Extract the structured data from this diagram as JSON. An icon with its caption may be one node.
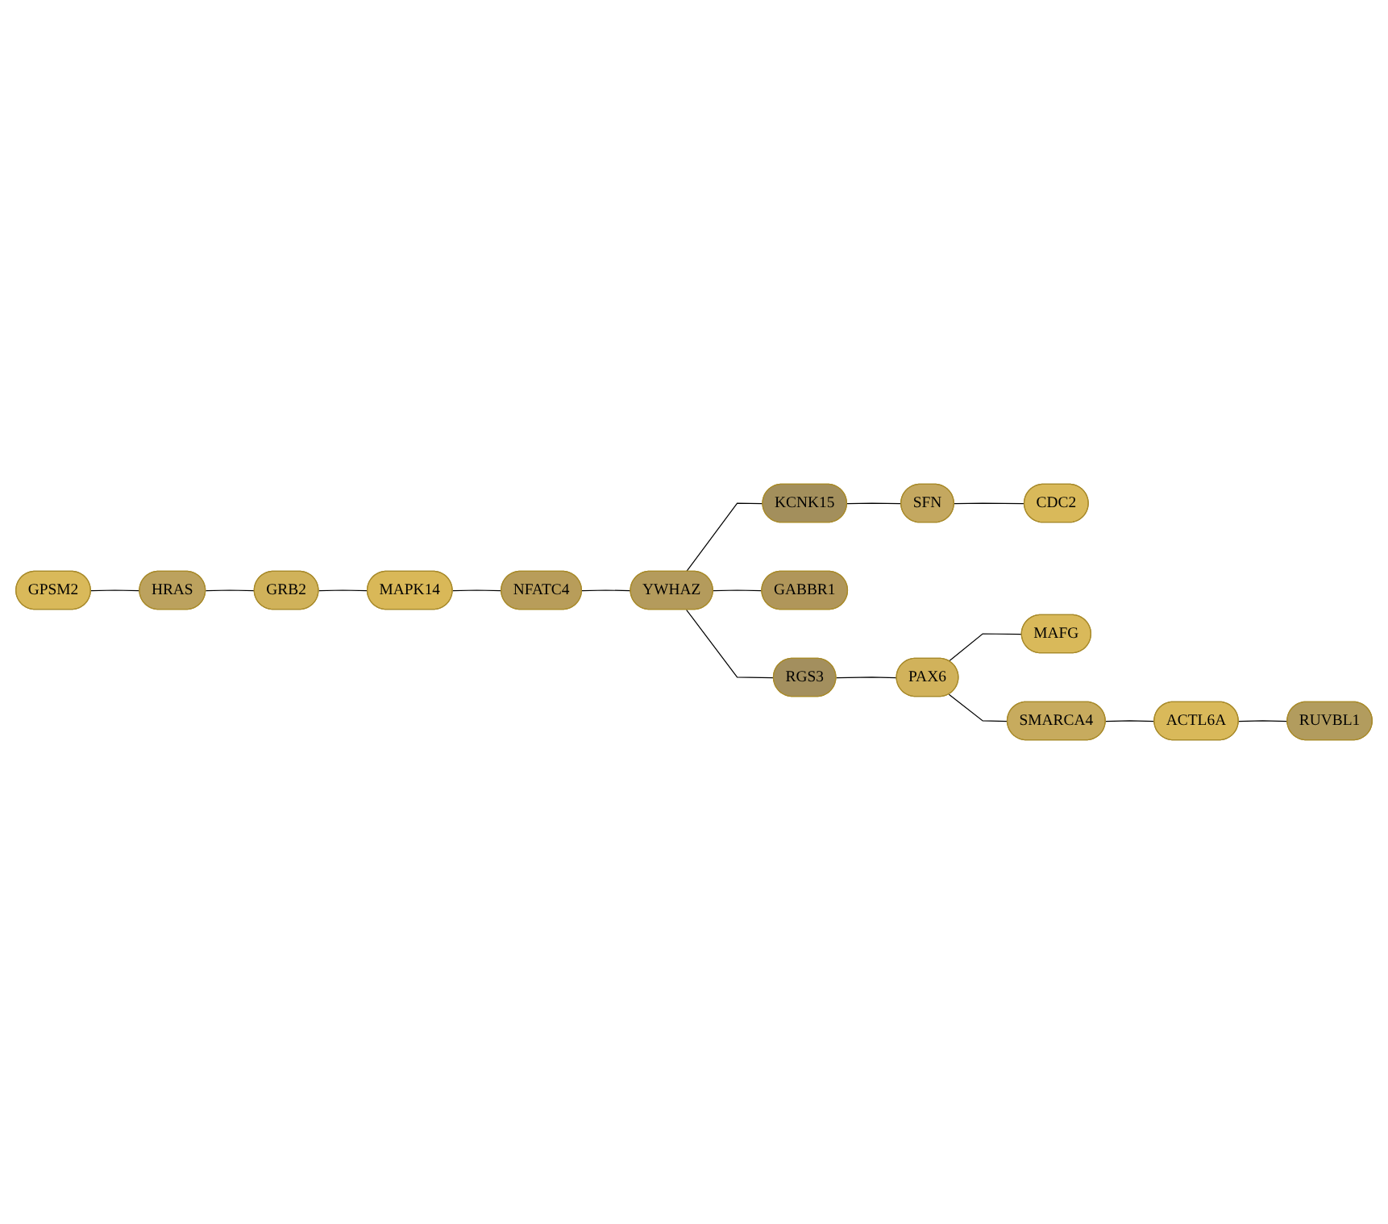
{
  "diagram": {
    "nodes": [
      {
        "text": [
          "CDC2"
        ]
      },
      {
        "text": [
          "GPSM2"
        ]
      },
      {
        "text": [
          "SFN"
        ]
      },
      {
        "text": [
          "HRAS"
        ]
      },
      {
        "text": [
          "KCNK15"
        ]
      },
      {
        "text": [
          "GRB2"
        ]
      },
      {
        "text": [
          "MAPK14"
        ]
      },
      {
        "text": [
          "NFATC4"
        ]
      },
      {
        "text": [
          "YWHAZ"
        ]
      },
      {
        "text": [
          "GABBR1"
        ]
      },
      {
        "text": [
          "RGS3"
        ]
      },
      {
        "text": [
          "PAX6"
        ]
      },
      {
        "text": [
          "MAFG"
        ]
      },
      {
        "text": [
          "SMARCA4"
        ]
      },
      {
        "text": [
          "ACTL6A"
        ]
      },
      {
        "text": [
          "RUVBL1"
        ]
      }
    ],
    "edges": [
      {
        "from": 1,
        "to": 3,
        "arrow": "none"
      },
      {
        "from": 3,
        "to": 5,
        "arrow": "none"
      },
      {
        "from": 5,
        "to": 6,
        "arrow": "none"
      },
      {
        "from": 6,
        "to": 7,
        "arrow": "none"
      },
      {
        "from": 7,
        "to": 8,
        "arrow": "none"
      },
      {
        "from": 8,
        "to": 9,
        "arrow": "none"
      },
      {
        "from": 8,
        "to": 4,
        "arrow": "none"
      },
      {
        "from": 4,
        "to": 2,
        "arrow": "none"
      },
      {
        "from": 2,
        "to": 0,
        "arrow": "none"
      },
      {
        "from": 8,
        "to": 10,
        "arrow": "none"
      },
      {
        "from": 10,
        "to": 11,
        "arrow": "none"
      },
      {
        "from": 11,
        "to": 12,
        "arrow": "none"
      },
      {
        "from": 11,
        "to": 13,
        "arrow": "none"
      },
      {
        "from": 13,
        "to": 14,
        "arrow": "none"
      },
      {
        "from": 14,
        "to": 15,
        "arrow": "none"
      }
    ]
  }
}
